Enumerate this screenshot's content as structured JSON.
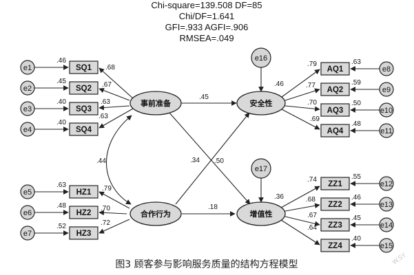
{
  "fit_stats": {
    "line1": "Chi-square=139.508 DF=85",
    "line2": "Chi/DF=1.641",
    "line3": "GFI=.933 AGFI=.906",
    "line4": "RMSEA=.049"
  },
  "latent": {
    "prep": "事前准备",
    "coop": "合作行为",
    "safety": "安全性",
    "value": "增值性"
  },
  "indicators": {
    "SQ": [
      {
        "label": "SQ1",
        "error": "e1",
        "loading": ".68",
        "r2": ".46"
      },
      {
        "label": "SQ2",
        "error": "e2",
        "loading": ".67",
        "r2": ".45"
      },
      {
        "label": "SQ3",
        "error": "e3",
        "loading": ".63",
        "r2": ".40"
      },
      {
        "label": "SQ4",
        "error": "e4",
        "loading": ".63",
        "r2": ".40"
      }
    ],
    "HZ": [
      {
        "label": "HZ1",
        "error": "e5",
        "loading": ".79",
        "r2": ".63"
      },
      {
        "label": "HZ2",
        "error": "e6",
        "loading": ".70",
        "r2": ".48"
      },
      {
        "label": "HZ3",
        "error": "e7",
        "loading": ".72",
        "r2": ".52"
      }
    ],
    "AQ": [
      {
        "label": "AQ1",
        "error": "e8",
        "loading": ".79",
        "r2": ".63"
      },
      {
        "label": "AQ2",
        "error": "e9",
        "loading": ".77",
        "r2": ".59"
      },
      {
        "label": "AQ3",
        "error": "e10",
        "loading": ".70",
        "r2": ".50"
      },
      {
        "label": "AQ4",
        "error": "e11",
        "loading": ".69",
        "r2": ".48"
      }
    ],
    "ZZ": [
      {
        "label": "ZZ1",
        "error": "e12",
        "loading": ".74",
        "r2": ".55"
      },
      {
        "label": "ZZ2",
        "error": "e13",
        "loading": ".68",
        "r2": ".46"
      },
      {
        "label": "ZZ3",
        "error": "e14",
        "loading": ".67",
        "r2": ".45"
      },
      {
        "label": "ZZ4",
        "error": "e15",
        "loading": ".64",
        "r2": ".40"
      }
    ]
  },
  "disturbances": {
    "safety": {
      "label": "e16",
      "r2": ".46"
    },
    "value": {
      "label": "e17",
      "r2": ".36"
    }
  },
  "paths": {
    "prep_safety": ".45",
    "prep_value": ".50",
    "coop_safety": ".34",
    "coop_value": ".18",
    "prep_coop_cov": ".44"
  },
  "caption": "图3  顾客参与影响服务质量的结构方程模型",
  "watermark": "W.SY"
}
